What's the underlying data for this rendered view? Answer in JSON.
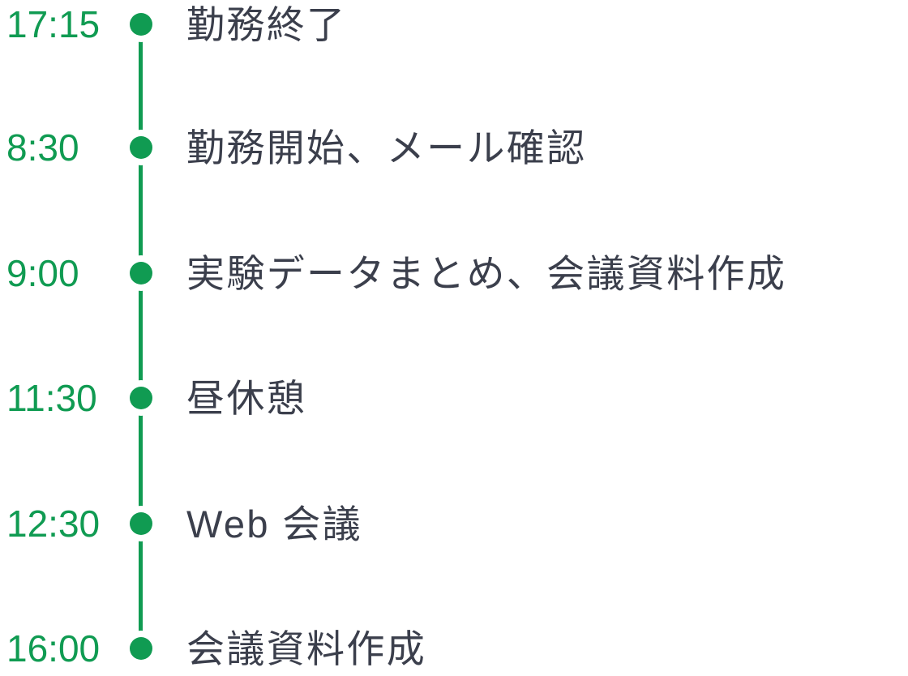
{
  "timeline": {
    "events": [
      {
        "time": "8:30",
        "label": "勤務開始、メール確認"
      },
      {
        "time": "9:00",
        "label": "実験データまとめ、会議資料作成"
      },
      {
        "time": "11:30",
        "label": "昼休憩"
      },
      {
        "time": "12:30",
        "label": "Web 会議"
      },
      {
        "time": "16:00",
        "label": "会議資料作成"
      },
      {
        "time": "17:15",
        "label": "勤務終了"
      }
    ]
  },
  "colors": {
    "accent": "#109b52",
    "text_dark": "#3b3f4c",
    "bg": "#ffffff",
    "ring": "#ffffff"
  }
}
